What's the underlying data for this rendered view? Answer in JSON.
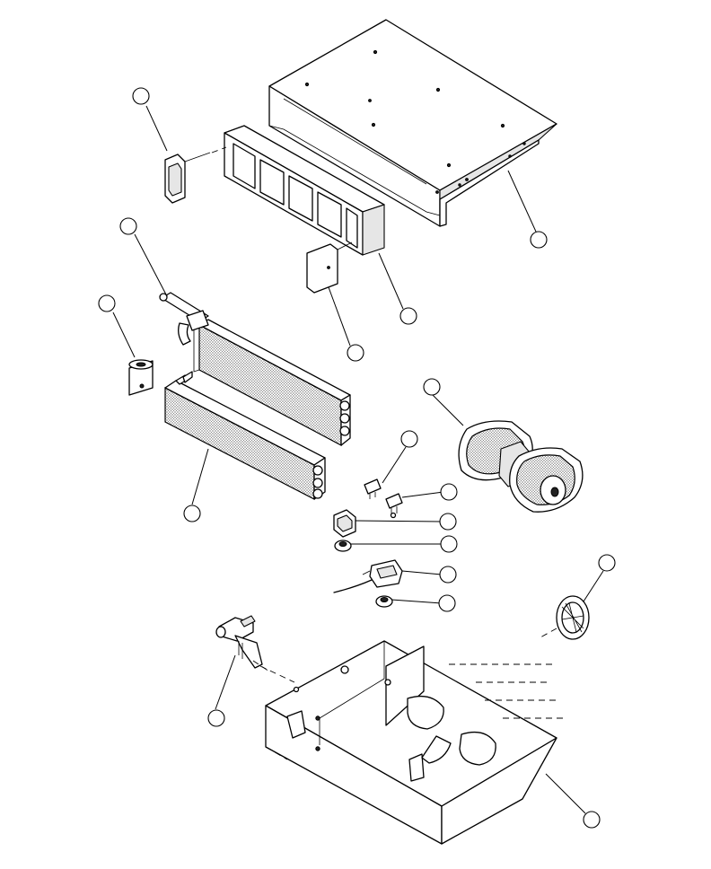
{
  "callouts": [
    {
      "id": "callout-1",
      "label": ""
    },
    {
      "id": "callout-2",
      "label": ""
    },
    {
      "id": "callout-3",
      "label": ""
    },
    {
      "id": "callout-4",
      "label": ""
    },
    {
      "id": "callout-5",
      "label": ""
    },
    {
      "id": "callout-6",
      "label": ""
    },
    {
      "id": "callout-7",
      "label": ""
    },
    {
      "id": "callout-8",
      "label": ""
    },
    {
      "id": "callout-9",
      "label": ""
    },
    {
      "id": "callout-10",
      "label": ""
    },
    {
      "id": "callout-11",
      "label": ""
    },
    {
      "id": "callout-12",
      "label": ""
    },
    {
      "id": "callout-13",
      "label": ""
    },
    {
      "id": "callout-14",
      "label": ""
    },
    {
      "id": "callout-15",
      "label": ""
    },
    {
      "id": "callout-16",
      "label": ""
    },
    {
      "id": "callout-17",
      "label": ""
    },
    {
      "id": "callout-18",
      "label": ""
    }
  ]
}
